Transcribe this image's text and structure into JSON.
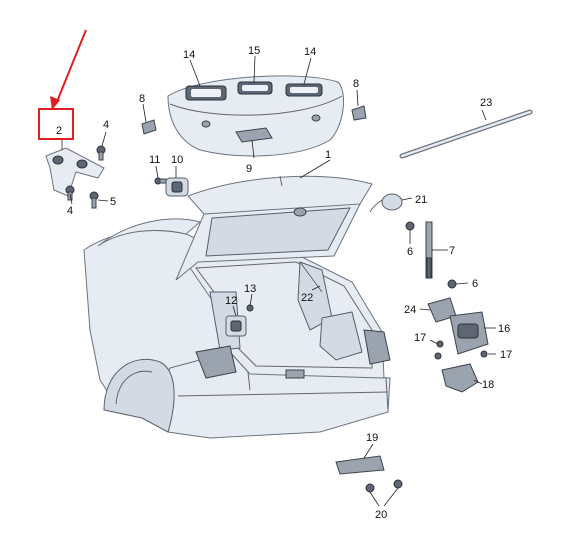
{
  "diagram": {
    "callouts": [
      "1",
      "2",
      "4",
      "4",
      "5",
      "6",
      "6",
      "7",
      "8",
      "8",
      "9",
      "10",
      "11",
      "12",
      "13",
      "14",
      "14",
      "15",
      "16",
      "17",
      "17",
      "18",
      "19",
      "20",
      "21",
      "22",
      "23",
      "24"
    ],
    "highlight_color": "#e02020",
    "arrow_color": "#e02020"
  }
}
